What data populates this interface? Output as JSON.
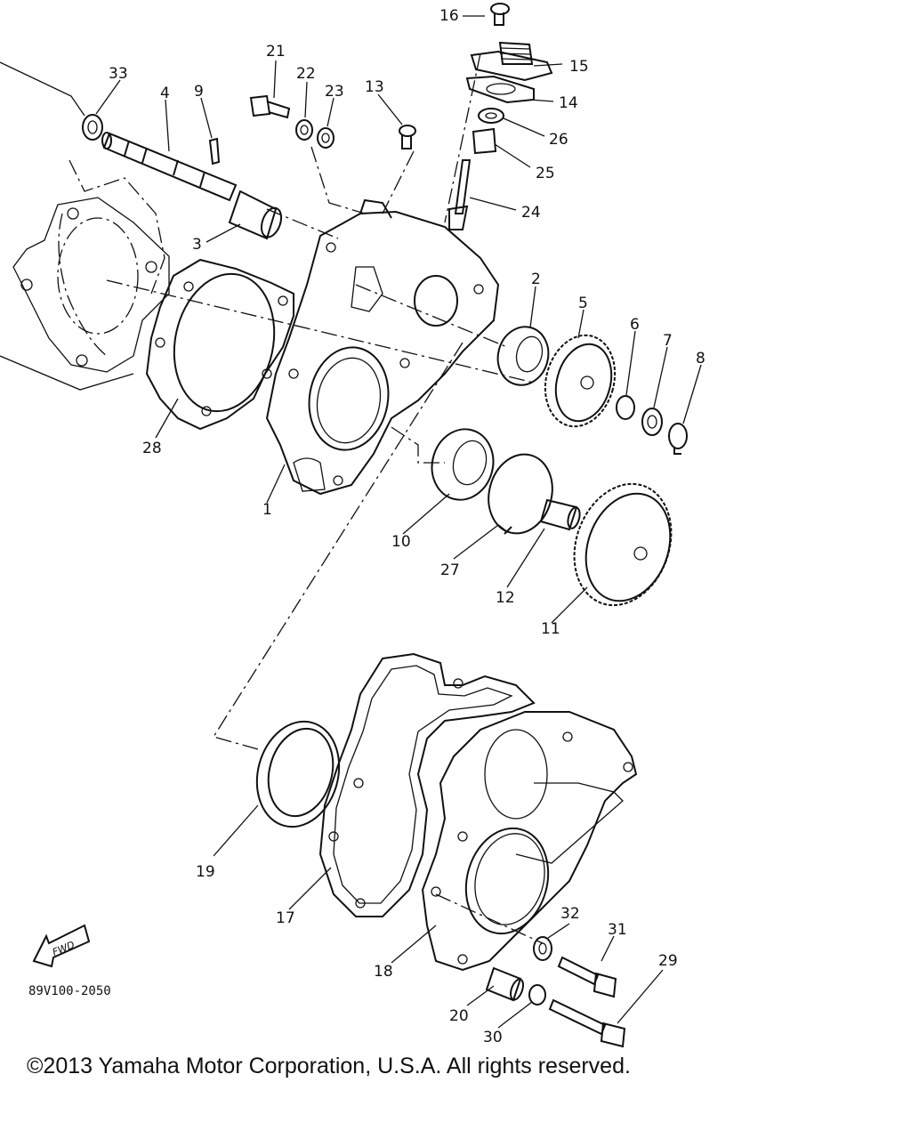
{
  "diagram": {
    "code": "89V100-2050",
    "fwd_badge": "FWD",
    "copyright": "©2013 Yamaha Motor Corporation, U.S.A. All rights reserved.",
    "labels": {
      "p1": "1",
      "p2": "2",
      "p3": "3",
      "p4": "4",
      "p5": "5",
      "p6": "6",
      "p7": "7",
      "p8": "8",
      "p9": "9",
      "p10": "10",
      "p11": "11",
      "p12": "12",
      "p13": "13",
      "p14": "14",
      "p15": "15",
      "p16": "16",
      "p17": "17",
      "p18": "18",
      "p19": "19",
      "p20": "20",
      "p21": "21",
      "p22": "22",
      "p23": "23",
      "p24": "24",
      "p25": "25",
      "p26": "26",
      "p27": "27",
      "p28": "28",
      "p29": "29",
      "p30": "30",
      "p31": "31",
      "p32": "32",
      "p33": "33"
    }
  }
}
